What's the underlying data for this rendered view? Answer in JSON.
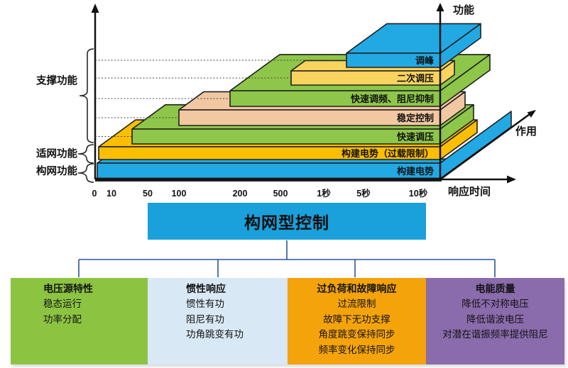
{
  "diagram": {
    "y_axis_label": "功能",
    "x_axis_label": "响应时间",
    "z_axis_label": "作用",
    "group_labels": [
      "支撑功能",
      "适网功能",
      "构网功能"
    ],
    "layers": [
      {
        "label": "构建电势",
        "color": "#22A9E4"
      },
      {
        "label": "构建电势（过载限制）",
        "color": "#FCBE00"
      },
      {
        "label": "快速调压",
        "color": "#8DC649"
      },
      {
        "label": "稳定控制",
        "color": "#F2C8A2"
      },
      {
        "label": "快速调频、阻尼抑制",
        "color": "#8DC649"
      },
      {
        "label": "二次调压",
        "color": "#F8D35E"
      },
      {
        "label": "调峰",
        "color": "#22A9E4"
      }
    ],
    "x_ticks": [
      "0",
      "10",
      "50",
      "100",
      "200",
      "500",
      "1秒",
      "5秒",
      "10秒"
    ]
  },
  "control_box": {
    "label": "构网型控制",
    "color": "#1AA0DA"
  },
  "connector_color": "#2F5597",
  "categories": [
    {
      "title": "电压源特性",
      "items": [
        "稳态运行",
        "功率分配"
      ],
      "color": "#8CC441"
    },
    {
      "title": "惯性响应",
      "items": [
        "惯性有功",
        "阻尼有功",
        "功角跳变有功"
      ],
      "color": "#D8E8F4"
    },
    {
      "title": "过负荷和故障响应",
      "items": [
        "过流限制",
        "故障下无功支撑",
        "角度跳变保持同步",
        "频率变化保持同步"
      ],
      "color": "#F4A30B"
    },
    {
      "title": "电能质量",
      "items": [
        "降低不对称电压",
        "降低谐波电压",
        "对潜在谐振频率提供阻尼"
      ],
      "color": "#8A6BAC"
    }
  ]
}
